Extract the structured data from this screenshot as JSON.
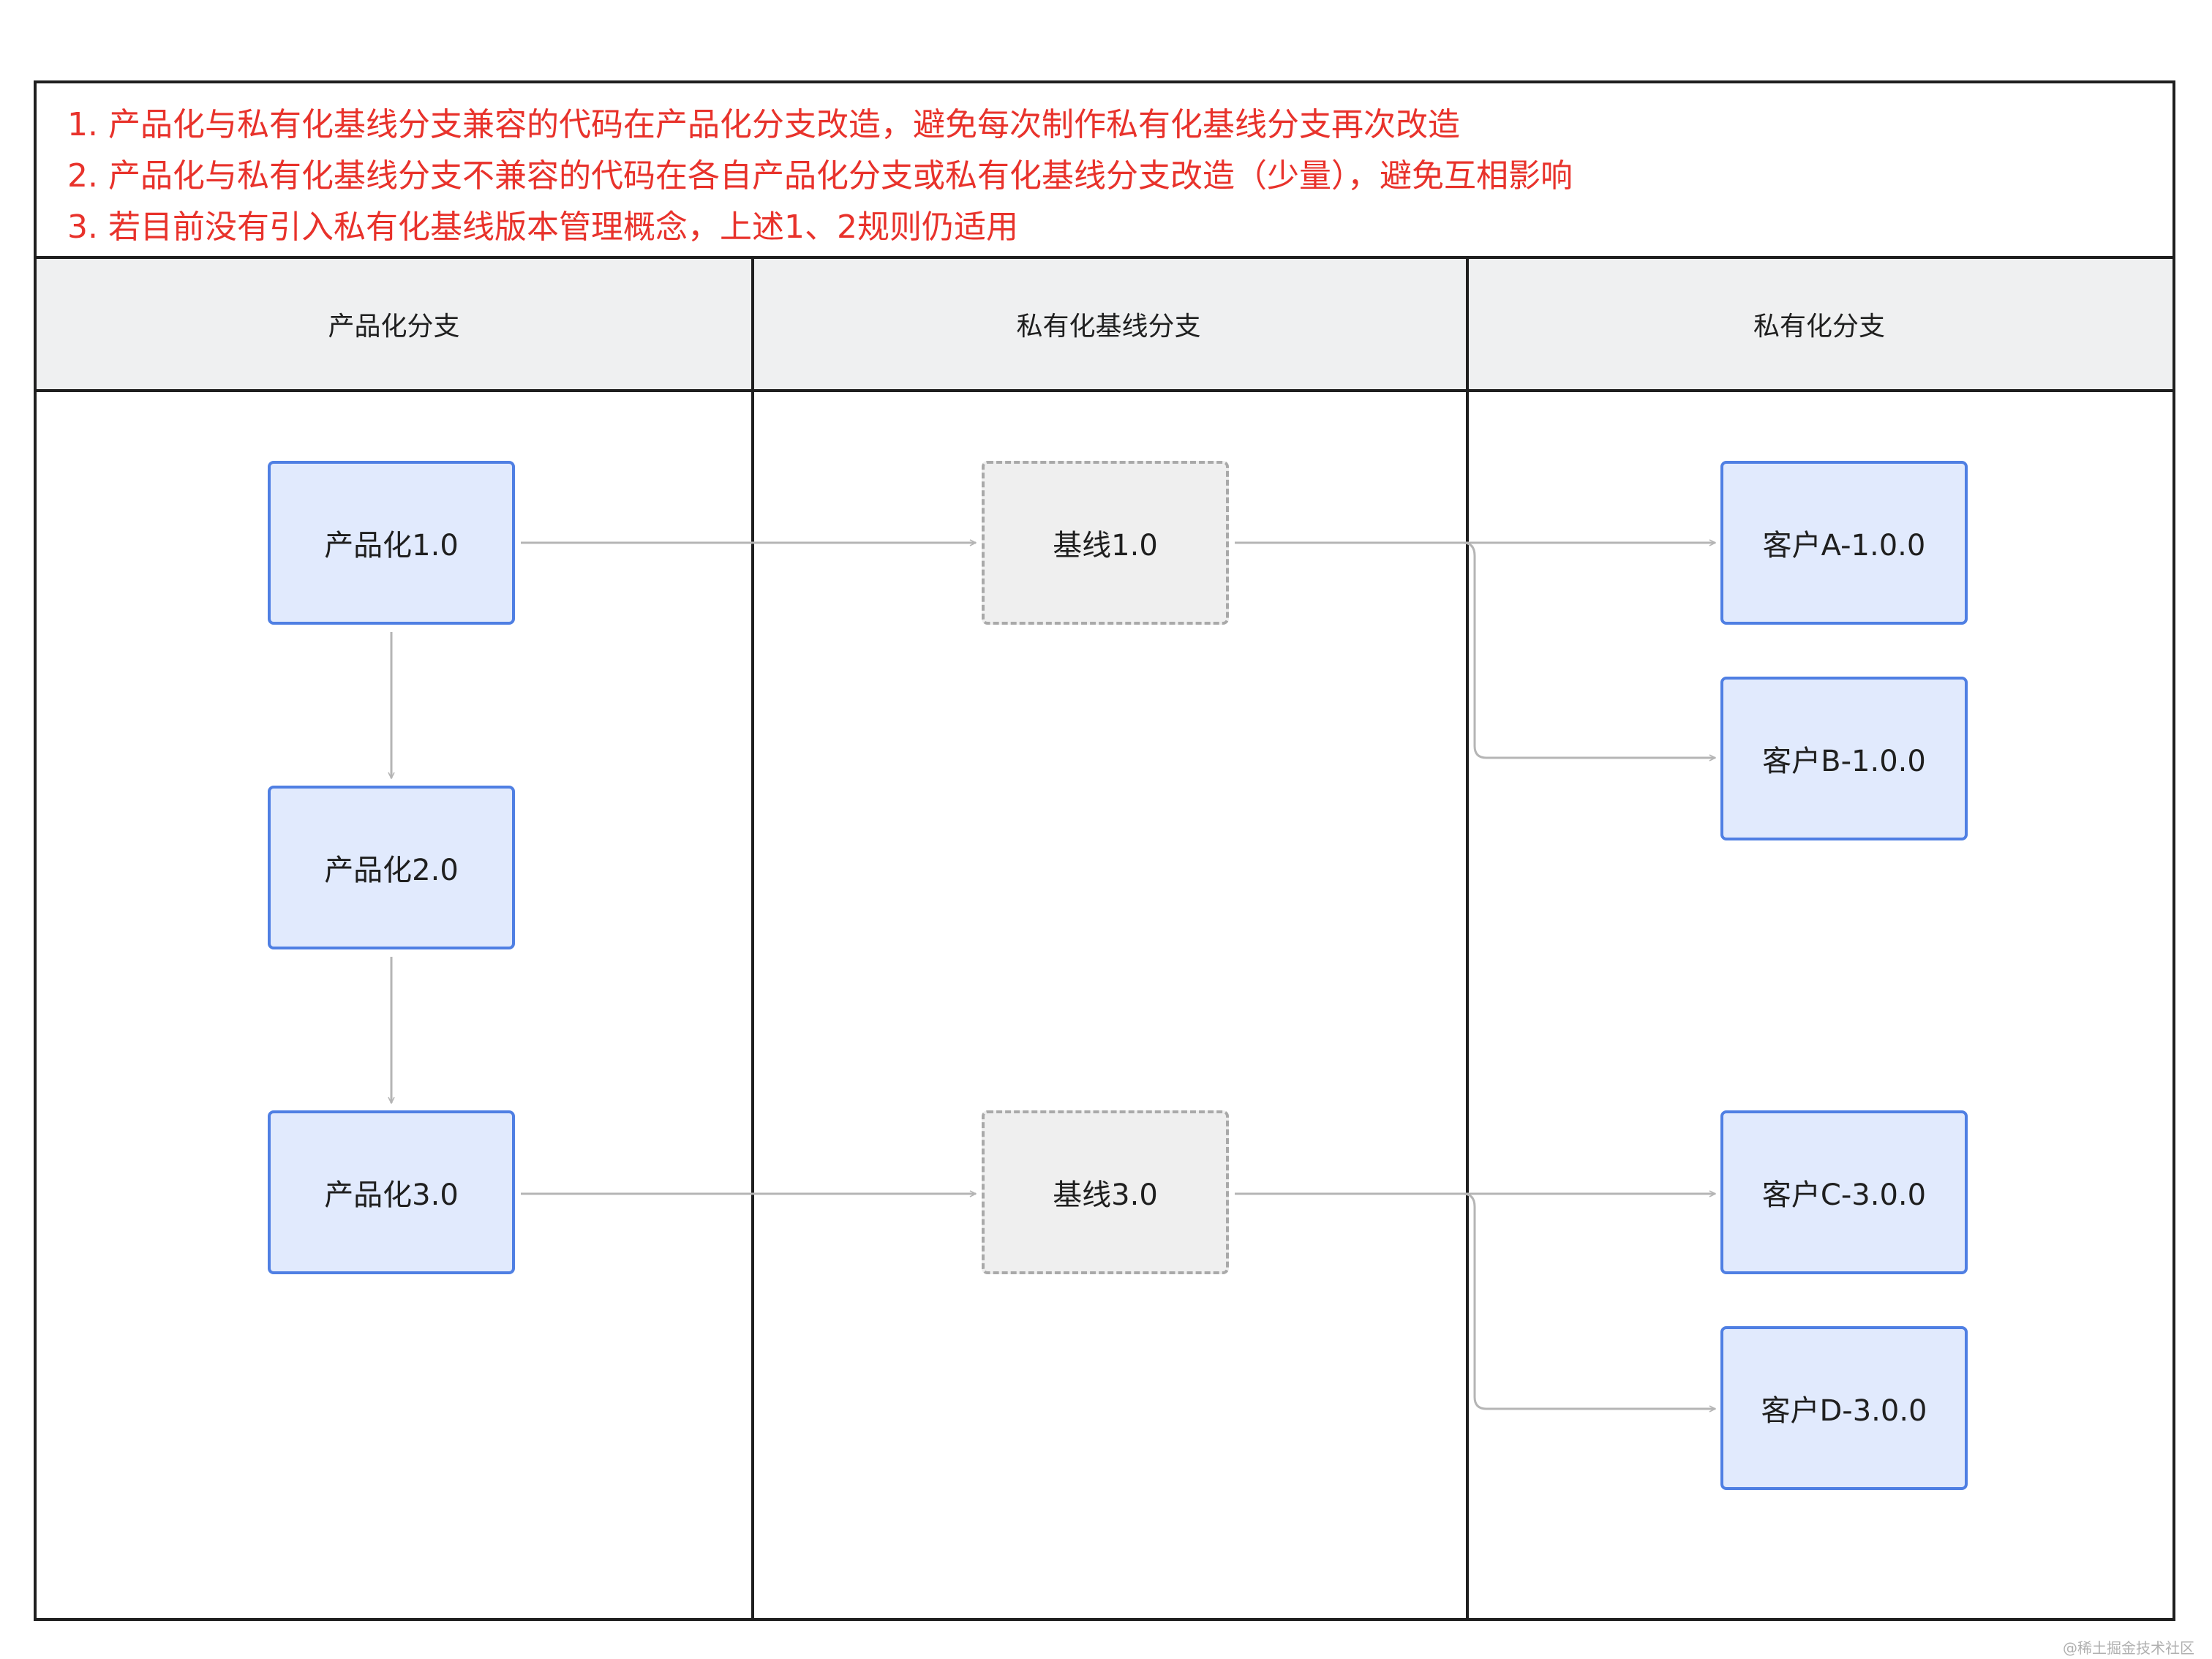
{
  "notes": [
    "1. 产品化与私有化基线分支兼容的代码在产品化分支改造，避免每次制作私有化基线分支再次改造",
    "2. 产品化与私有化基线分支不兼容的代码在各自产品化分支或私有化基线分支改造（少量），避免互相影响",
    "3. 若目前没有引入私有化基线版本管理概念，上述1、2规则仍适用"
  ],
  "lanes": [
    {
      "label": "产品化分支"
    },
    {
      "label": "私有化基线分支"
    },
    {
      "label": "私有化分支"
    }
  ],
  "nodes": {
    "p1": "产品化1.0",
    "p2": "产品化2.0",
    "p3": "产品化3.0",
    "b1": "基线1.0",
    "b3": "基线3.0",
    "ca": "客户A-1.0.0",
    "cb": "客户B-1.0.0",
    "cc": "客户C-3.0.0",
    "cd": "客户D-3.0.0"
  },
  "colors": {
    "note_text": "#e8322b",
    "node_fill": "#e1eafd",
    "node_border": "#4f7fe3",
    "baseline_fill": "#efefef",
    "baseline_border": "#a9a9a9",
    "edge": "#b5b5b5",
    "lane_header_fill": "#eff0f1"
  },
  "footer": "@稀土掘金技术社区"
}
